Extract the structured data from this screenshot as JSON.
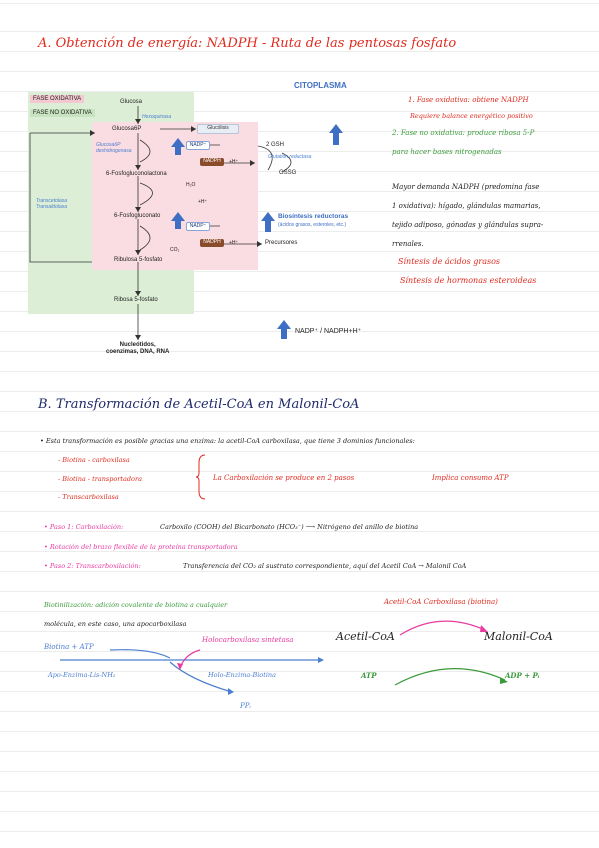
{
  "section_a": {
    "title": "A. Obtención de energía: NADPH - Ruta de las pentosas fosfato"
  },
  "diagram": {
    "citoplasma": "CITOPLASMA",
    "fase_oxidativa": "FASE OXIDATIVA",
    "fase_no_oxidativa": "FASE NO OXIDATIVA",
    "glucosa": "Glucosa",
    "hexoquinasa": "Hexoquinasa",
    "glucosa6p": "Glucosa6P",
    "glucolisis": "Glucólisis",
    "glucosa6p_dh": "Glucosa6P\ndeshidrogenasa",
    "nadp_plus_1": "NADP⁺",
    "nadph_1": "NADPH",
    "h_plus_1": "+H⁺",
    "two_gsh": "2 GSH",
    "glutation_reductasa": "Glutatión reductasa",
    "gssg": "GSSG",
    "fosfogluconolactona": "6-Fosfogluconolactona",
    "h2o": "H₂O",
    "h_plus_2": "+H⁺",
    "transcetolasa": "Transcetolasa\nTransaldolasa",
    "fosfogluconato": "6-Fosfogluconato",
    "nadp_plus_2": "NADP⁺",
    "nadph_2": "NADPH",
    "h_plus_3": "+H⁺",
    "co2": "CO₂",
    "biosintesis": "Biosíntesis reductoras",
    "biosintesis_sub": "(ácidos grasos, esteroles, etc.)",
    "precursores": "Precursores",
    "ribulosa": "Ribulosa 5-fosfato",
    "ribosa": "Ribosa 5-fosfato",
    "nucleotidos": "Nucleótidos,\ncoenzimas, DNA, RNA",
    "legend_label": "NADP⁺ / NADPH+H⁺"
  },
  "notes_right": {
    "line1": "1. Fase oxidativa: obtiene NADPH",
    "line2": "Requiere balance energético positivo",
    "line3": "2. Fase no oxidativa: produce ribosa 5-P",
    "line4": "para hacer bases nitrogenadas",
    "line5": "Mayor demanda NADPH (predomina fase",
    "line6": "1 oxidativa): hígado, glándulas mamarias,",
    "line7": "tejido adiposo, gónadas y glándulas supra-",
    "line8": "rrenales.",
    "line9": "Síntesis de ácidos grasos",
    "line10": "Síntesis de hormonas esteroideas"
  },
  "section_b": {
    "title": "B. Transformación de Acetil-CoA en Malonil-CoA",
    "intro": "• Esta transformación es posible gracias una enzima: la acetil-CoA carboxilasa, que tiene 3 dominios funcionales:",
    "intro_enzyme": "la acetil-CoA carboxilasa",
    "domain1": "- Biotina - carboxilasa",
    "domain2": "- Biotina - transportadora",
    "domain3": "- Transcarboxilasa",
    "brace_text": "La Carboxilación se produce en 2 pasos",
    "atp_note": "Implica consumo ATP",
    "step1": "• Paso 1: Carboxilación: Carboxilo (COOH) del Bicarbonato (HCO₃⁻) ⟶ Nitrógeno del anillo de biotina",
    "step1_label": "• Paso 1: Carboxilación:",
    "step1_text": "Carboxilo (COOH) del Bicarbonato (HCO₃⁻) ⟶ Nitrógeno del anillo de biotina",
    "step_rot": "• Rotación del brazo flexible de la proteína transportadora",
    "step2_label": "• Paso 2: Transcarboxilación:",
    "step2_text": "Transferencia del CO₂ al sustrato correspondiente, aquí del Acetil CoA → Malonil CoA",
    "biotin_def1": "Biotinilización: adición covalente de biotina a cualquier",
    "biotin_def2": "molécula, en este caso, una apocarboxilasa",
    "enzyme_label": "Acetil-CoA Carboxilasa (biotina)",
    "holo_synth": "Holocarboxilasa sintetasa",
    "biotin_atp": "Biotina + ATP",
    "apo": "Apo-Enzima-Lis-NH₂",
    "holo": "Holo-Enzima-Biotina",
    "ppi": "PPᵢ",
    "acetil": "Acetil-CoA",
    "malonil": "Malonil-CoA",
    "atp": "ATP",
    "adp": "ADP + Pᵢ"
  },
  "colors": {
    "red": "#e02b1f",
    "navy": "#1f2a6b",
    "pink": "#e83aa0",
    "green": "#3b9a3b",
    "blue_arrow": "#3f6fc4"
  }
}
